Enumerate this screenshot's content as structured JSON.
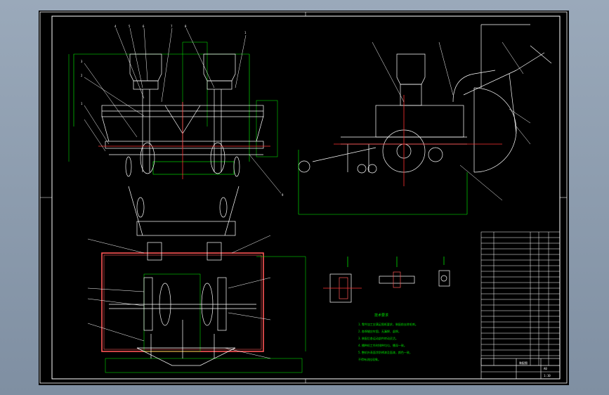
{
  "window": {
    "title": ""
  },
  "drawing": {
    "tech_notes_title": "技术要求",
    "tech_notes": [
      "1.零件加工应满足图纸要求，装配前去除毛刺。",
      "2.各焊缝应牢固，无漏焊、虚焊。",
      "3.装配后各运动部件转动灵活。",
      "4.播种机工作时排种均匀，播深一致。",
      "5.整机外表面涂防锈漆及面漆，颜色一致，",
      "   不得有流挂现象。"
    ],
    "title_block": {
      "drawing_no": "装配图",
      "scale": "1:10",
      "sheet": "A0"
    }
  }
}
